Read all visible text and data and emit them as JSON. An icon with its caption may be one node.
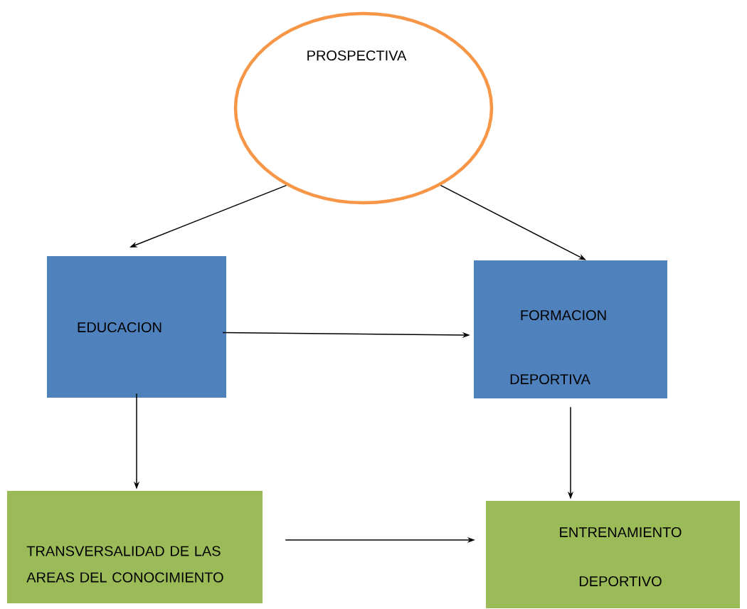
{
  "diagram": {
    "nodes": [
      {
        "text": [
          "PROSPECTIVA"
        ]
      },
      {
        "text": [
          "EDUCACION"
        ]
      },
      {
        "text": [
          "FORMACION",
          "DEPORTIVA"
        ]
      },
      {
        "text": [
          "TRANSVERSALIDAD DE LAS AREAS DEL CONOCIMIENTO"
        ]
      },
      {
        "text": [
          "ENTRENAMIENTO",
          "DEPORTIVO"
        ]
      }
    ],
    "edges": [
      {
        "from": 0,
        "to": 1,
        "arrow": "to"
      },
      {
        "from": 0,
        "to": 2,
        "arrow": "to"
      },
      {
        "from": 1,
        "to": 2,
        "arrow": "to"
      },
      {
        "from": 1,
        "to": 3,
        "arrow": "to"
      },
      {
        "from": 2,
        "to": 4,
        "arrow": "to"
      },
      {
        "from": 3,
        "to": 4,
        "arrow": "to"
      }
    ]
  }
}
